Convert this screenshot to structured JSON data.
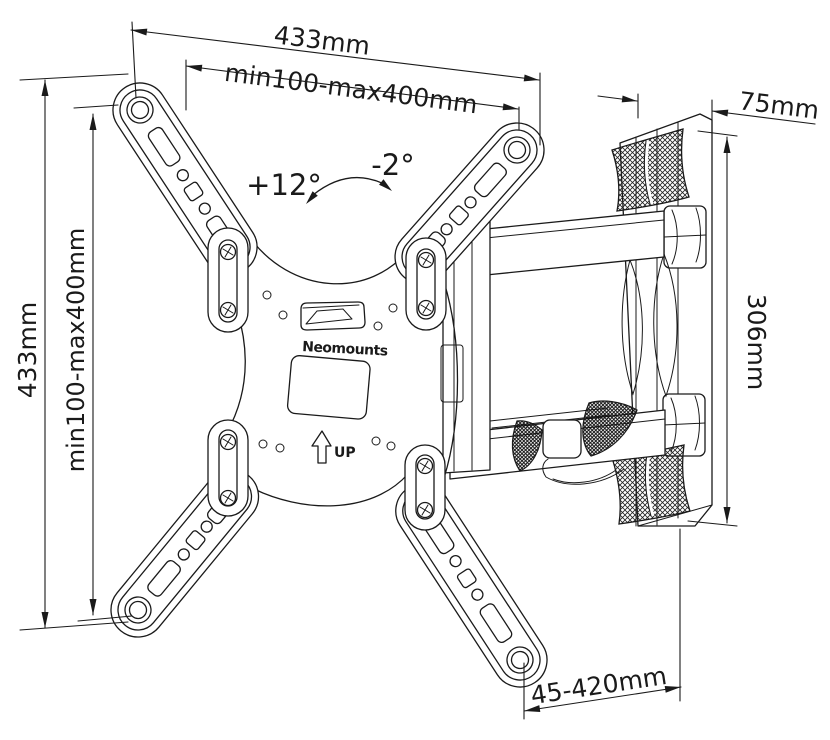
{
  "title": "TV wall mount dimensional drawing",
  "brand": "Neomounts",
  "labels": {
    "up": "UP"
  },
  "dimensions": {
    "overall_width": "433mm",
    "vesa_width": "min100-max400mm",
    "overall_height": "433mm",
    "vesa_height": "min100-max400mm",
    "wall_plate_depth": "75mm",
    "wall_plate_height": "306mm",
    "extension_range": "45-420mm"
  },
  "angles": {
    "tilt_up": "+12°",
    "tilt_down": "-2°"
  },
  "colors": {
    "line": "#1a1a1a",
    "background": "#ffffff"
  }
}
